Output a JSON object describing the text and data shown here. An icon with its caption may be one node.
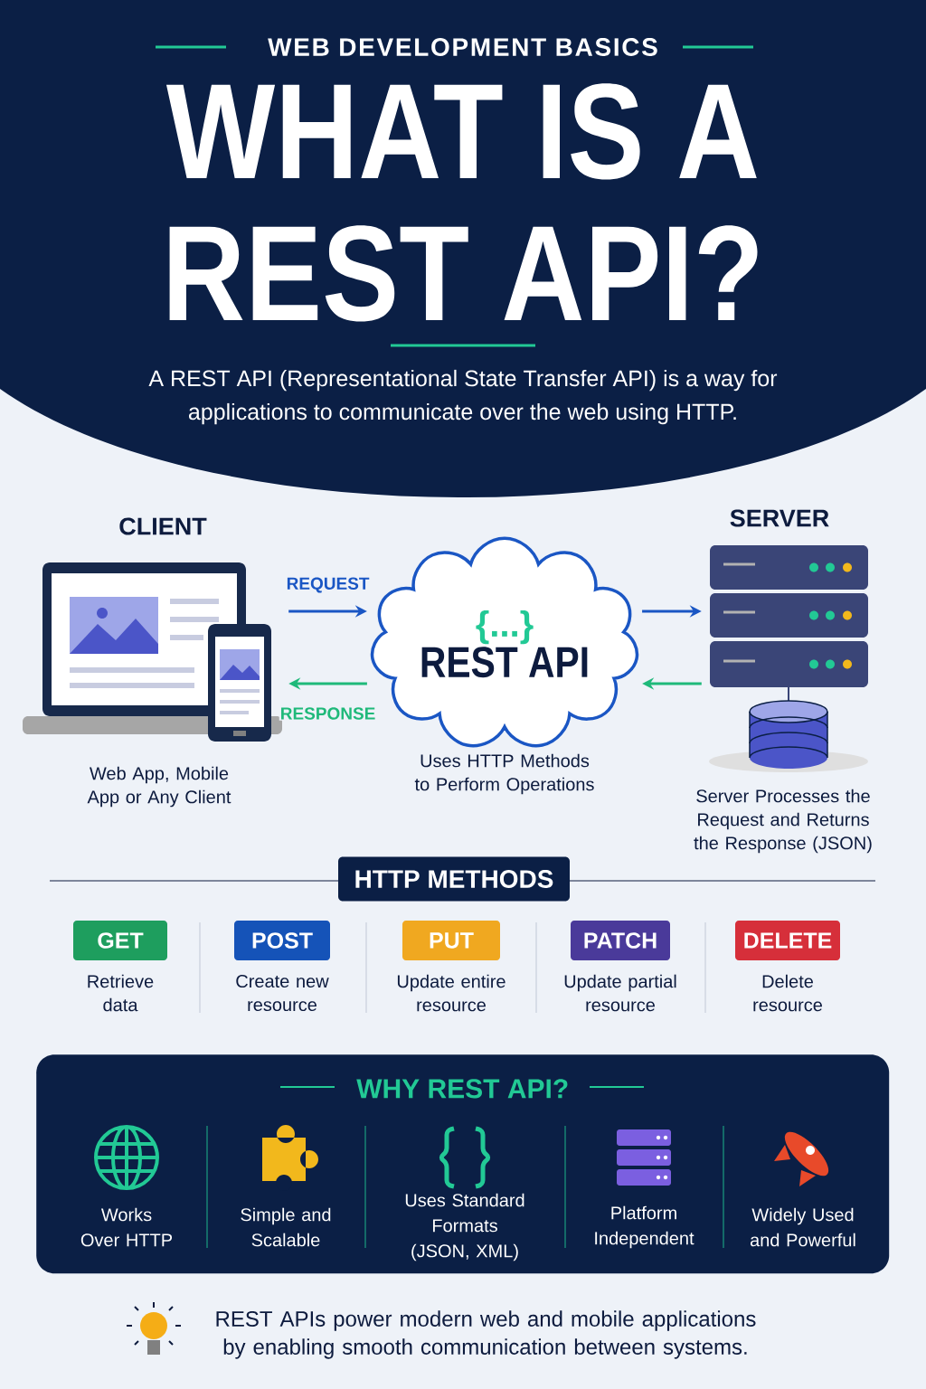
{
  "diagram": {
    "title": "WHAT IS A REST API?",
    "nodes": [
      {
        "text": [],
        "shape": "picture",
        "beside": [
          "CLIENT",
          "Web App, Mobile App or Any Client"
        ]
      },
      {
        "text": [
          "{...}",
          "REST API"
        ],
        "beside": [
          "Uses HTTP Methods to Perform Operations"
        ]
      },
      {
        "text": [],
        "shape": "picture",
        "beside": [
          "SERVER",
          "Server Processes the Request and Returns the Response (JSON)"
        ]
      },
      {
        "text": [
          "HTTP METHODS"
        ]
      },
      {
        "text": [
          "GET"
        ],
        "beside": [
          "Retrieve data"
        ]
      },
      {
        "text": [
          "POST"
        ],
        "beside": [
          "Create new resource"
        ]
      },
      {
        "text": [
          "PUT"
        ],
        "beside": [
          "Update entire resource"
        ]
      },
      {
        "text": [
          "PATCH"
        ],
        "beside": [
          "Update partial resource"
        ]
      },
      {
        "text": [
          "DELETE"
        ],
        "beside": [
          "Delete resource"
        ]
      },
      {
        "text": [
          "WHY REST API?"
        ]
      },
      {
        "text": [
          "Works Over HTTP"
        ],
        "in": 9
      },
      {
        "text": [
          "Simple and Scalable"
        ],
        "in": 9
      },
      {
        "text": [
          "Uses Standard Formats (JSON, XML)"
        ],
        "in": 9
      },
      {
        "text": [
          "Platform Independent"
        ],
        "in": 9
      },
      {
        "text": [
          "Widely Used and Powerful"
        ],
        "in": 9
      }
    ],
    "edges": [
      {
        "from": 0,
        "to": 1,
        "arrow": "to",
        "label": "REQUEST",
        "color": "#1a56c4"
      },
      {
        "from": 1,
        "to": 0,
        "arrow": "to",
        "label": "RESPONSE",
        "color": "#1fb97a"
      },
      {
        "from": 1,
        "to": 2,
        "arrow": "to",
        "color": "#1a56c4"
      },
      {
        "from": 2,
        "to": 1,
        "arrow": "to",
        "color": "#1fb97a"
      }
    ],
    "labels": [
      "WEB DEVELOPMENT BASICS",
      "A REST API (Representational State Transfer API) is a way for applications to communicate over the web using HTTP.",
      "REST APIs power modern web and mobile applications by enabling smooth communication between systems."
    ]
  }
}
